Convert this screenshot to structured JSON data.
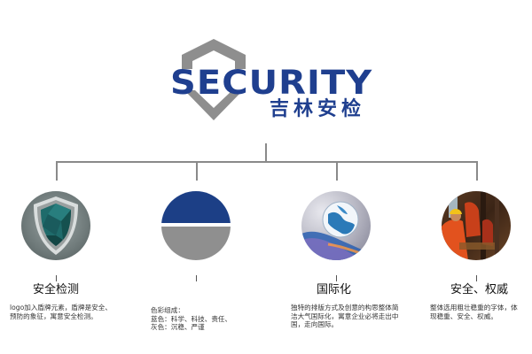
{
  "logo": {
    "wordmark": "SECURITY",
    "subtitle": "吉林安检",
    "icon": "shield-icon",
    "colors": {
      "blue": "#1f3f8f",
      "gray": "#8e8e8e"
    }
  },
  "connector": {
    "color": "#8a8a8a"
  },
  "items": [
    {
      "icon": "shield-emblem-icon",
      "title": "安全检测",
      "description": "logo加入盾牌元素，盾牌是安全、预防的象征，寓意安全检测。"
    },
    {
      "icon": "color-split-icon",
      "title": "",
      "description_lines": [
        "色彩组成：",
        "蓝色：科学、科技、责任、",
        "灰色：沉稳、严谨"
      ],
      "colors": {
        "blue": "#1c3f86",
        "gray": "#8f8f8f"
      }
    },
    {
      "icon": "globe-icon",
      "title": "国际化",
      "description": "独特的排版方式及创意的构思整体简洁大气国际化，寓意企业必将走出中国，走向国际。"
    },
    {
      "icon": "workers-photo-icon",
      "title": "安全、权威",
      "description": "整体选用粗壮稳重的字体，体现稳重、安全、权威。"
    }
  ]
}
